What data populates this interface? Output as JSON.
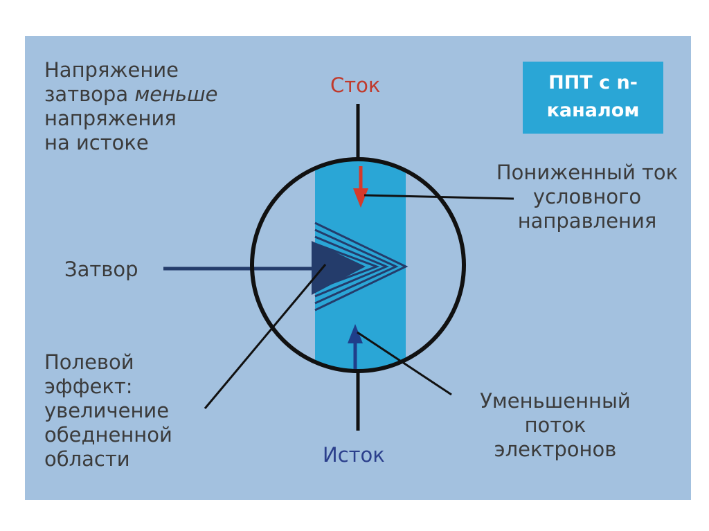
{
  "badge": {
    "line1": "ППТ с n-",
    "line2": "каналом"
  },
  "gate_voltage_note": {
    "line1": "Напряжение",
    "line2_normal": "затвора ",
    "line2_italic": "меньше",
    "line3": "напряжения",
    "line4": "на истоке"
  },
  "terminals": {
    "drain": "Сток",
    "gate": "Затвор",
    "source": "Исток"
  },
  "callouts": {
    "reduced_current": [
      "Пониженный ток",
      "условного",
      "направления"
    ],
    "field_effect": [
      "Полевой",
      "эффект:",
      "увеличение",
      "обедненной",
      "области"
    ],
    "reduced_flow": [
      "Уменьшенный",
      "поток",
      "электронов"
    ]
  },
  "colors": {
    "panel": "#a3c1df",
    "channel": "#2aa6d6",
    "drain_label": "#c0392b",
    "source_label": "#2b3f8c",
    "gate_wedge": "#243c6b",
    "current_arrow": "#d63a2a",
    "electron_arrow": "#1f3e8a"
  }
}
